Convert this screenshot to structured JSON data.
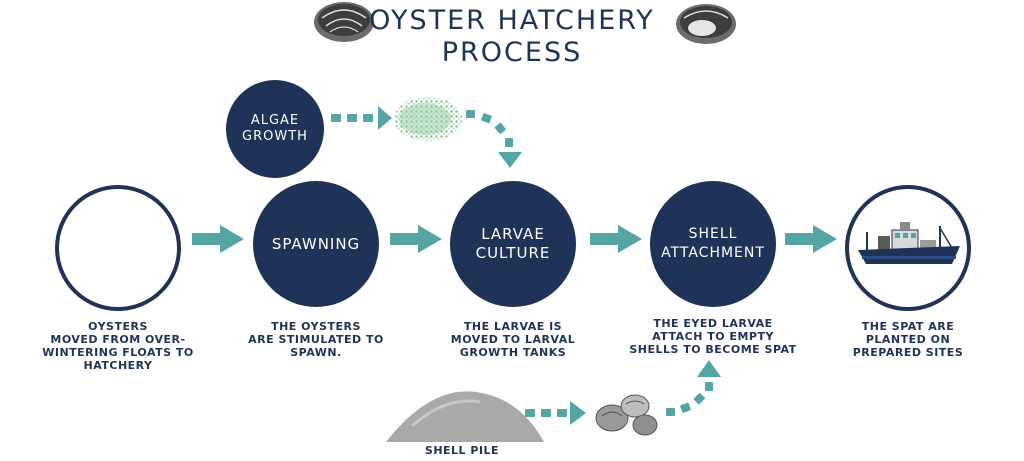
{
  "title": {
    "line1": "OYSTER HATCHERY",
    "line2": "PROCESS"
  },
  "algae": {
    "label_line1": "ALGAE",
    "label_line2": "GROWTH"
  },
  "steps": [
    {
      "label_line1": "SPAWNING",
      "label_line2": ""
    },
    {
      "label_line1": "LARVAE",
      "label_line2": "CULTURE"
    },
    {
      "label_line1": "SHELL",
      "label_line2": "ATTACHMENT"
    }
  ],
  "captions": [
    {
      "lines": [
        "OYSTERS",
        "MOVED FROM OVER-",
        "WINTERING FLOATS TO",
        "HATCHERY"
      ]
    },
    {
      "lines": [
        "THE OYSTERS",
        "ARE STIMULATED TO",
        "SPAWN."
      ]
    },
    {
      "lines": [
        "THE LARVAE IS",
        "MOVED TO LARVAL",
        "GROWTH TANKS"
      ]
    },
    {
      "lines": [
        "THE EYED LARVAE",
        "ATTACH TO EMPTY",
        "SHELLS TO BECOME SPAT"
      ]
    },
    {
      "lines": [
        "THE SPAT ARE",
        "PLANTED ON",
        "PREPARED SITES"
      ]
    }
  ],
  "shell_pile": {
    "label": "SHELL PILE"
  },
  "colors": {
    "navy": "#1f3358",
    "teal": "#55a5a5",
    "algae": "#9bcfa8",
    "water": "#bfe2ee",
    "shell_gray": "#a9a9a9"
  },
  "icons": [
    "oyster-icon",
    "algae-icon",
    "waves-icon",
    "boat-icon",
    "shell-pile-icon",
    "shells-icon"
  ]
}
